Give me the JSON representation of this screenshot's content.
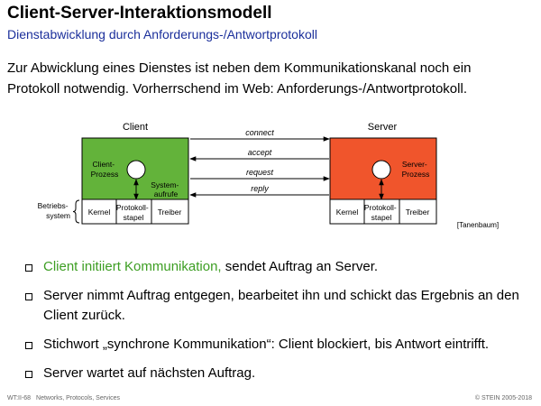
{
  "header": {
    "title": "Client-Server-Interaktionsmodell",
    "subtitle": "Dienstabwicklung durch Anforderungs-/Antwortprotokoll"
  },
  "intro": "Zur Abwicklung eines Dienstes ist neben dem Kommunikationskanal noch ein Protokoll notwendig. Vorherrschend im Web: Anforderungs-/Antwortprotokoll.",
  "diagram": {
    "client_label": "Client",
    "server_label": "Server",
    "client_process": [
      "Client-",
      "Prozess"
    ],
    "server_process": [
      "Server-",
      "Prozess"
    ],
    "system_calls": [
      "System-",
      "aufrufe"
    ],
    "os_label": [
      "Betriebs-",
      "system"
    ],
    "layers": {
      "kernel": "Kernel",
      "protocol_stack": [
        "Protokoll-",
        "stapel"
      ],
      "driver": "Treiber"
    },
    "messages": [
      "connect",
      "accept",
      "request",
      "reply"
    ],
    "source": "[Tanenbaum]",
    "colors": {
      "client": "#63b33a",
      "server": "#f0552c"
    }
  },
  "bullets": {
    "item1_green": "Client initiiert Kommunikation,",
    "item1_rest": " sendet Auftrag an Server.",
    "item2": "Server nimmt Auftrag entgegen, bearbeitet ihn und schickt das Ergebnis an den Client zurück.",
    "item3": "Stichwort „synchrone Kommunikation“: Client blockiert, bis Antwort eintrifft.",
    "item4": "Server wartet auf nächsten Auftrag."
  },
  "footer": {
    "code": "WT:II-68",
    "topic": "Networks, Protocols, Services",
    "copyright": "© STEIN 2005-2018"
  }
}
